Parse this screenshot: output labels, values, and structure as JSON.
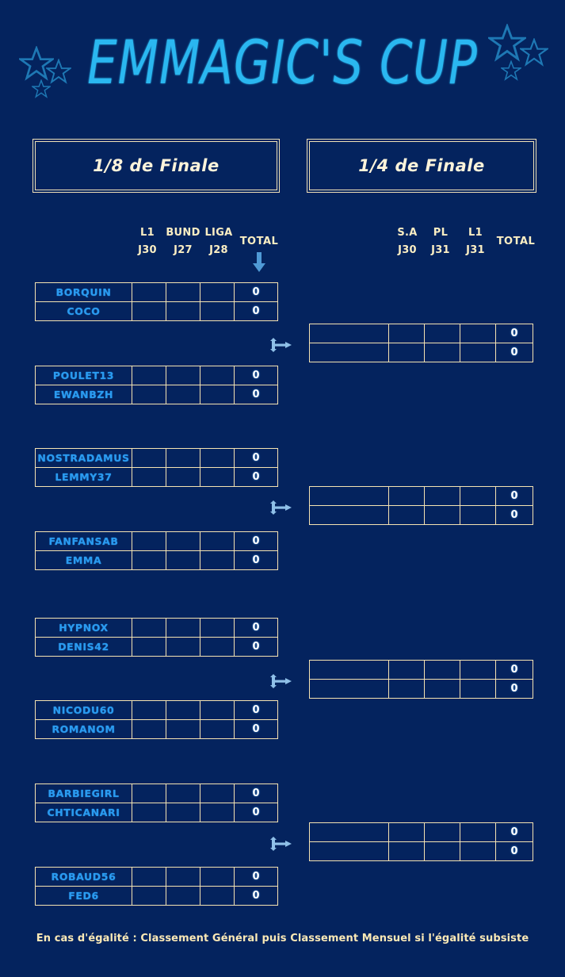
{
  "page": {
    "title": "EMMAGIC'S CUP",
    "background_color": "#04235e",
    "accent_cream": "#f5e3b2",
    "accent_blue": "#2a9bf0"
  },
  "rounds": [
    {
      "id": "round-of-16",
      "label": "1/8 de Finale"
    },
    {
      "id": "quarter-final",
      "label": "1/4 de Finale"
    }
  ],
  "column_headers": {
    "left": {
      "leagues": [
        "L1",
        "BUND",
        "LIGA"
      ],
      "matchdays": [
        "J30",
        "J27",
        "J28"
      ],
      "total_label": "TOTAL",
      "has_down_arrow": true
    },
    "right": {
      "leagues": [
        "S.A",
        "PL",
        "L1"
      ],
      "matchdays": [
        "J30",
        "J31",
        "J31"
      ],
      "total_label": "TOTAL",
      "has_down_arrow": false
    }
  },
  "round_of_16": [
    {
      "players": [
        {
          "name": "BORQUIN",
          "scores": [
            "",
            "",
            ""
          ],
          "total": "0"
        },
        {
          "name": "COCO",
          "scores": [
            "",
            "",
            ""
          ],
          "total": "0"
        }
      ]
    },
    {
      "players": [
        {
          "name": "POULET13",
          "scores": [
            "",
            "",
            ""
          ],
          "total": "0"
        },
        {
          "name": "EWANBZH",
          "scores": [
            "",
            "",
            ""
          ],
          "total": "0"
        }
      ]
    },
    {
      "players": [
        {
          "name": "NOSTRADAMUS",
          "scores": [
            "",
            "",
            ""
          ],
          "total": "0"
        },
        {
          "name": "LEMMY37",
          "scores": [
            "",
            "",
            ""
          ],
          "total": "0"
        }
      ]
    },
    {
      "players": [
        {
          "name": "FANFANSAB",
          "scores": [
            "",
            "",
            ""
          ],
          "total": "0"
        },
        {
          "name": "EMMA",
          "scores": [
            "",
            "",
            ""
          ],
          "total": "0"
        }
      ]
    },
    {
      "players": [
        {
          "name": "HYPNOX",
          "scores": [
            "",
            "",
            ""
          ],
          "total": "0"
        },
        {
          "name": "DENIS42",
          "scores": [
            "",
            "",
            ""
          ],
          "total": "0"
        }
      ]
    },
    {
      "players": [
        {
          "name": "NICODU60",
          "scores": [
            "",
            "",
            ""
          ],
          "total": "0"
        },
        {
          "name": "ROMANOM",
          "scores": [
            "",
            "",
            ""
          ],
          "total": "0"
        }
      ]
    },
    {
      "players": [
        {
          "name": "BARBIEGIRL",
          "scores": [
            "",
            "",
            ""
          ],
          "total": "0"
        },
        {
          "name": "CHTICANARI",
          "scores": [
            "",
            "",
            ""
          ],
          "total": "0"
        }
      ]
    },
    {
      "players": [
        {
          "name": "ROBAUD56",
          "scores": [
            "",
            "",
            ""
          ],
          "total": "0"
        },
        {
          "name": "FED6",
          "scores": [
            "",
            "",
            ""
          ],
          "total": "0"
        }
      ]
    }
  ],
  "quarter_final": [
    {
      "players": [
        {
          "name": "",
          "scores": [
            "",
            "",
            ""
          ],
          "total": "0"
        },
        {
          "name": "",
          "scores": [
            "",
            "",
            ""
          ],
          "total": "0"
        }
      ]
    },
    {
      "players": [
        {
          "name": "",
          "scores": [
            "",
            "",
            ""
          ],
          "total": "0"
        },
        {
          "name": "",
          "scores": [
            "",
            "",
            ""
          ],
          "total": "0"
        }
      ]
    },
    {
      "players": [
        {
          "name": "",
          "scores": [
            "",
            "",
            ""
          ],
          "total": "0"
        },
        {
          "name": "",
          "scores": [
            "",
            "",
            ""
          ],
          "total": "0"
        }
      ]
    },
    {
      "players": [
        {
          "name": "",
          "scores": [
            "",
            "",
            ""
          ],
          "total": "0"
        },
        {
          "name": "",
          "scores": [
            "",
            "",
            ""
          ],
          "total": "0"
        }
      ]
    }
  ],
  "icons": {
    "merge_arrow": "merge-arrow-icon",
    "total_down_arrow": "arrow-down-icon",
    "star": "star-icon"
  },
  "footer": {
    "note": "En cas d'égalité : Classement Général puis Classement Mensuel si l'égalité subsiste"
  }
}
